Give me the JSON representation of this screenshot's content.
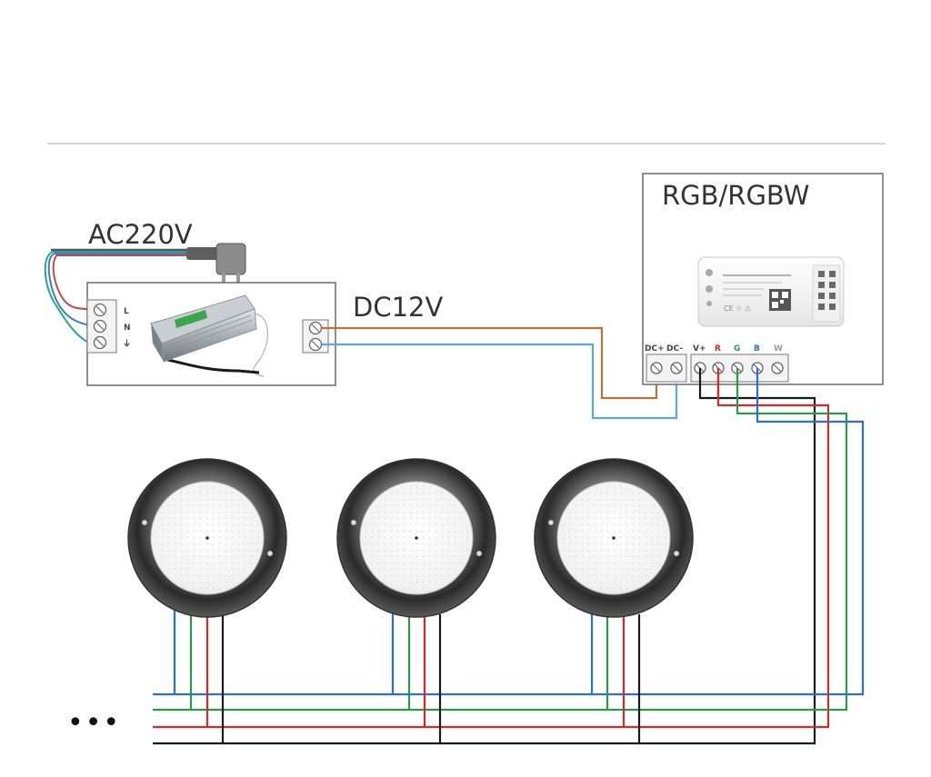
{
  "labels": {
    "ac_input": "AC220V",
    "dc_output": "DC12V",
    "controller": "RGB/RGBW"
  },
  "power_supply_terminals": [
    "L",
    "N",
    "⏚"
  ],
  "controller_terminals": [
    "DC+",
    "DC-",
    "V+",
    "R",
    "G",
    "B",
    "W"
  ],
  "continuation": "•••",
  "wire_colors": {
    "dc_positive": "#b8733a",
    "dc_negative": "#5aa9dc",
    "common": "#1a1a1a",
    "red": "#d42a2a",
    "green": "#2a9a4a",
    "blue": "#2a6fd4"
  },
  "lamp_count": 3
}
